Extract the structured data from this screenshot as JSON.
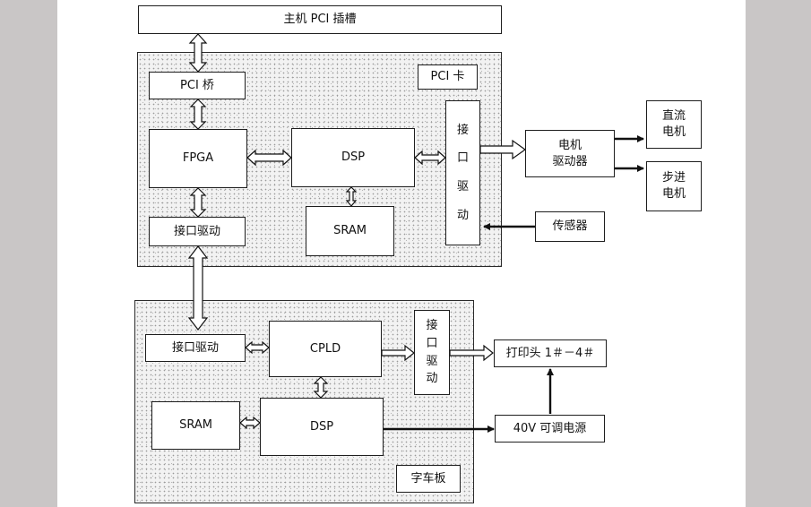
{
  "diagram": {
    "host_slot": "主机 PCI 插槽",
    "pci_card": {
      "title": "PCI 卡",
      "pci_bridge": "PCI 桥",
      "fpga": "FPGA",
      "dsp": "DSP",
      "sram": "SRAM",
      "interface_driver": "接口驱动",
      "interface_driver_vertical": [
        "接",
        "口",
        "驱",
        "动"
      ]
    },
    "motor_driver": [
      "电机",
      "驱动器"
    ],
    "dc_motor": [
      "直流",
      "电机"
    ],
    "stepper_motor": [
      "步进",
      "电机"
    ],
    "sensor": "传感器",
    "carriage_board": {
      "title": "字车板",
      "interface_driver": "接口驱动",
      "cpld": "CPLD",
      "sram": "SRAM",
      "dsp": "DSP",
      "interface_driver_vertical": [
        "接",
        "口",
        "驱",
        "动"
      ]
    },
    "print_heads": "打印头 1＃－4＃",
    "power_supply": "40V 可调电源"
  }
}
